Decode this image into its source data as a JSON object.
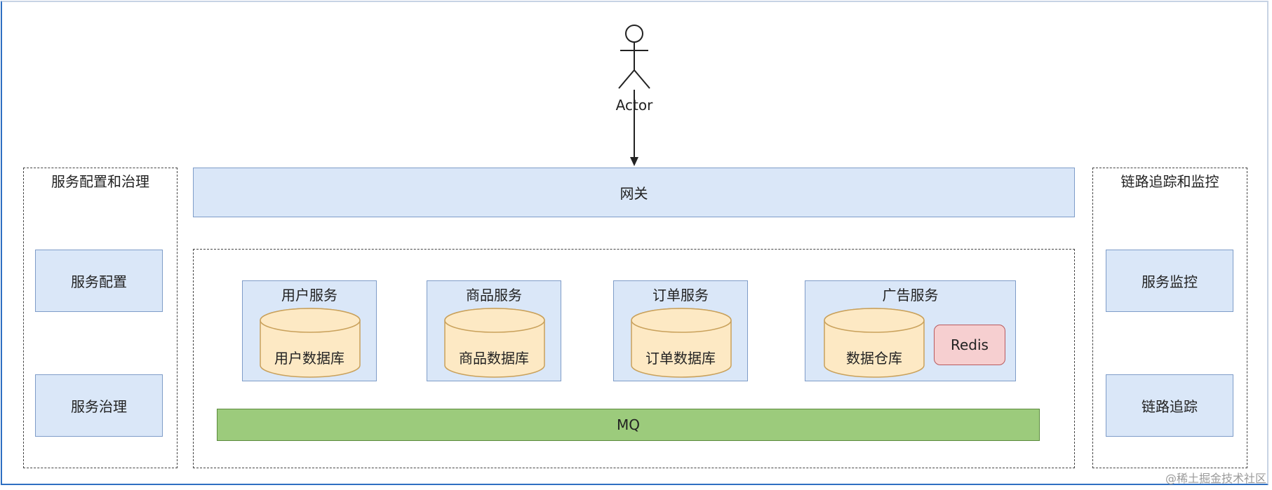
{
  "actor": {
    "label": "Actor"
  },
  "gateway": {
    "label": "网关"
  },
  "left_panel": {
    "title": "服务配置和治理",
    "items": [
      {
        "label": "服务配置"
      },
      {
        "label": "服务治理"
      }
    ]
  },
  "right_panel": {
    "title": "链路追踪和监控",
    "items": [
      {
        "label": "服务监控"
      },
      {
        "label": "链路追踪"
      }
    ]
  },
  "services": [
    {
      "title": "用户服务",
      "db": "用户数据库"
    },
    {
      "title": "商品服务",
      "db": "商品数据库"
    },
    {
      "title": "订单服务",
      "db": "订单数据库"
    },
    {
      "title": "广告服务",
      "db": "数据仓库",
      "cache": "Redis"
    }
  ],
  "mq": {
    "label": "MQ"
  },
  "watermark": "@稀土掘金技术社区",
  "colors": {
    "box_fill": "#dae7f8",
    "box_border": "#7e9cc8",
    "db_fill": "#fde9c4",
    "db_border": "#c9a15b",
    "redis_fill": "#f6cfd0",
    "mq_fill": "#9ccb7c"
  }
}
